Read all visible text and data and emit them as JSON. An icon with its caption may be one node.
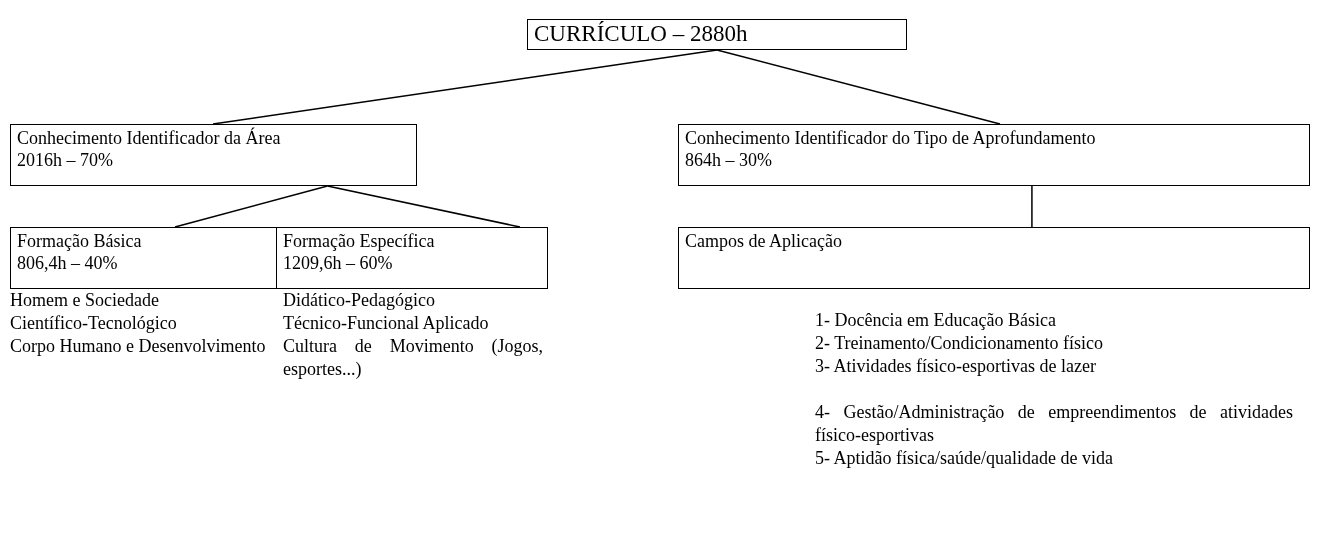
{
  "diagram": {
    "nodes": [
      {
        "text": [
          "CURRÍCULO – 2880h"
        ]
      },
      {
        "text": [
          "Conhecimento Identificador da Área",
          "2016h – 70%"
        ]
      },
      {
        "text": [
          "Conhecimento Identificador do Tipo de Aprofundamento",
          "864h – 30%"
        ]
      },
      {
        "text": [
          "Formação Básica",
          "806,4h – 40%"
        ],
        "beside": [
          "Homem e Sociedade",
          "Científico-Tecnológico",
          "Corpo Humano e Desenvolvimento"
        ]
      },
      {
        "text": [
          "Formação Específica",
          "1209,6h – 60%"
        ],
        "beside": [
          "Didático-Pedagógico",
          "Técnico-Funcional Aplicado",
          "Cultura de Movimento (Jogos, esportes...)"
        ]
      },
      {
        "text": [
          "Campos de Aplicação"
        ],
        "beside": [
          "1- Docência em Educação Básica",
          "2- Treinamento/Condicionamento físico",
          "3- Atividades físico-esportivas de lazer",
          "4- Gestão/Administração de empreendimentos de atividades físico-esportivas",
          "5- Aptidão física/saúde/qualidade de vida"
        ]
      }
    ],
    "edges": [
      {
        "from": 0,
        "to": 1,
        "arrow": "none"
      },
      {
        "from": 0,
        "to": 2,
        "arrow": "none"
      },
      {
        "from": 1,
        "to": 3,
        "arrow": "none"
      },
      {
        "from": 1,
        "to": 4,
        "arrow": "none"
      },
      {
        "from": 2,
        "to": 5,
        "arrow": "none"
      }
    ]
  }
}
